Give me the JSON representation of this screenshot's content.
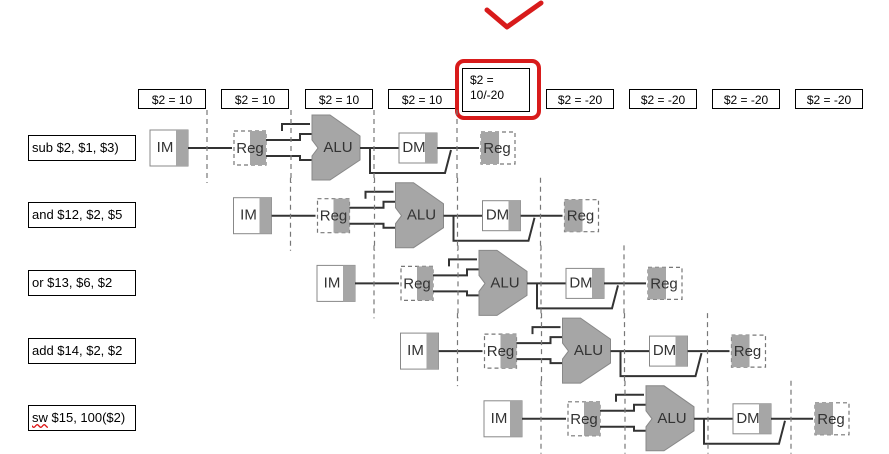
{
  "value_boxes": [
    {
      "text": "$2 = 10"
    },
    {
      "text": "$2 = 10"
    },
    {
      "text": "$2 = 10"
    },
    {
      "text": "$2 = 10"
    },
    {
      "text_line1": "$2 =",
      "text_line2": "10/-20",
      "highlighted": true
    },
    {
      "text": "$2 = -20"
    },
    {
      "text": "$2 = -20"
    },
    {
      "text": "$2 = -20"
    },
    {
      "text": "$2 = -20"
    }
  ],
  "instructions": [
    {
      "label": "sub $2, $1, $3)"
    },
    {
      "label": "and $12, $2, $5"
    },
    {
      "label": "or $13, $6, $2"
    },
    {
      "label": "add $14, $2, $2"
    },
    {
      "label_underlined": "sw",
      "label_rest": " $15, 100($2)"
    }
  ],
  "stages": {
    "im": "IM",
    "reg": "Reg",
    "alu": "ALU",
    "dm": "DM"
  },
  "annotations": {
    "mark": "checkmark",
    "highlight_color": "#d81b1b"
  },
  "colors": {
    "stage_fill": "#a6a6a6",
    "line": "#333333",
    "dash": "#777777"
  }
}
